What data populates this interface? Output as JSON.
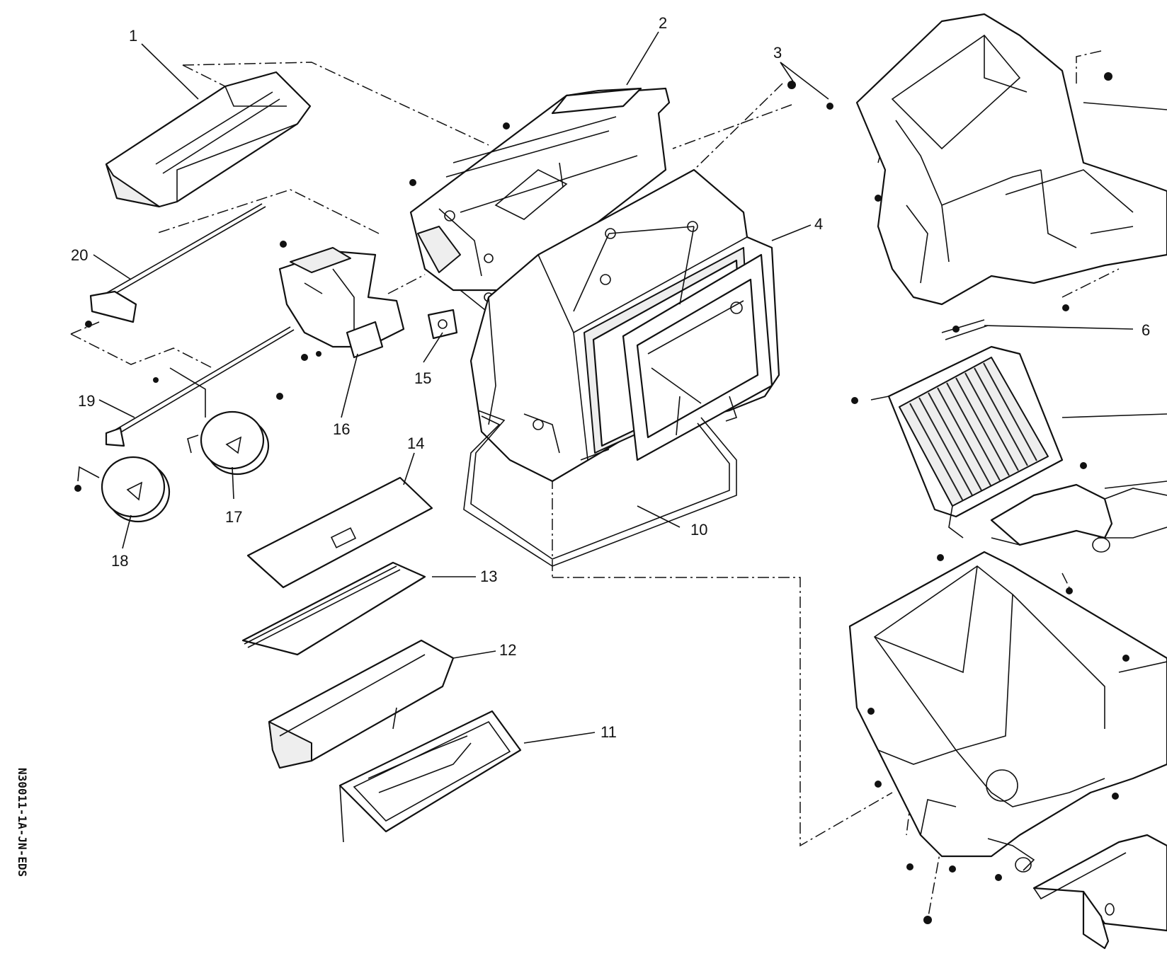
{
  "callouts": [
    {
      "id": "c1",
      "label": "1"
    },
    {
      "id": "c2",
      "label": "2"
    },
    {
      "id": "c3",
      "label": "3"
    },
    {
      "id": "c4",
      "label": "4"
    },
    {
      "id": "c6",
      "label": "6"
    },
    {
      "id": "c10",
      "label": "10"
    },
    {
      "id": "c11",
      "label": "11"
    },
    {
      "id": "c12",
      "label": "12"
    },
    {
      "id": "c13",
      "label": "13"
    },
    {
      "id": "c14",
      "label": "14"
    },
    {
      "id": "c15",
      "label": "15"
    },
    {
      "id": "c16",
      "label": "16"
    },
    {
      "id": "c17",
      "label": "17"
    },
    {
      "id": "c18",
      "label": "18"
    },
    {
      "id": "c19",
      "label": "19"
    },
    {
      "id": "c20",
      "label": "20"
    }
  ],
  "drawing_code": "N30011-1A-JN-EDS"
}
